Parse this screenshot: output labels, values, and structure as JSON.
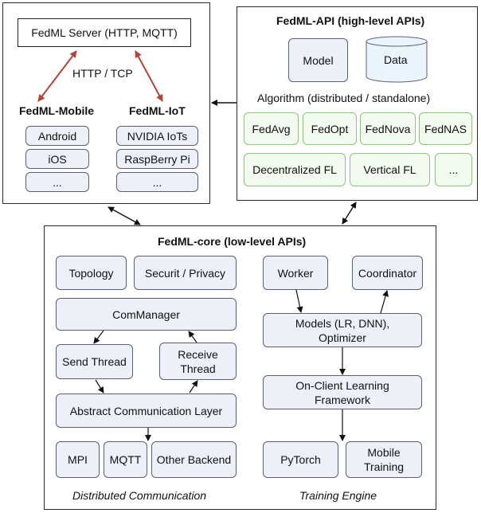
{
  "mobile_panel": {
    "server": "FedML Server (HTTP, MQTT)",
    "protocol": "HTTP / TCP",
    "mobile_title": "FedML-Mobile",
    "iot_title": "FedML-IoT",
    "mobile_items": [
      "Android",
      "iOS",
      "..."
    ],
    "iot_items": [
      "NVIDIA IoTs",
      "RaspBerry Pi",
      "..."
    ]
  },
  "api_panel": {
    "title": "FedML-API (high-level APIs)",
    "model": "Model",
    "data": "Data",
    "algorithm": "Algorithm (distributed / standalone)",
    "algorithms_row1": [
      "FedAvg",
      "FedOpt",
      "FedNova",
      "FedNAS"
    ],
    "algorithms_row2": [
      "Decentralized FL",
      "Vertical FL",
      "..."
    ]
  },
  "core_panel": {
    "title": "FedML-core (low-level APIs)",
    "topology": "Topology",
    "security": "Securit / Privacy",
    "commanager": "ComManager",
    "send_thread": "Send Thread",
    "receive_thread": "Receive Thread",
    "abstract_layer": "Abstract Communication Layer",
    "backends": [
      "MPI",
      "MQTT",
      "Other Backend"
    ],
    "worker": "Worker",
    "coordinator": "Coordinator",
    "models": "Models (LR, DNN), Optimizer",
    "on_client": "On-Client Learning Framework",
    "pytorch": "PyTorch",
    "mobile_training": "Mobile Training",
    "distributed_caption": "Distributed Communication",
    "training_caption": "Training Engine"
  },
  "colors": {
    "box_fill": "#eef0f8",
    "box_border": "#5b5f78",
    "green_fill": "#f3faf0",
    "green_border": "#8fc47a",
    "red_arrow": "#b5453a"
  }
}
